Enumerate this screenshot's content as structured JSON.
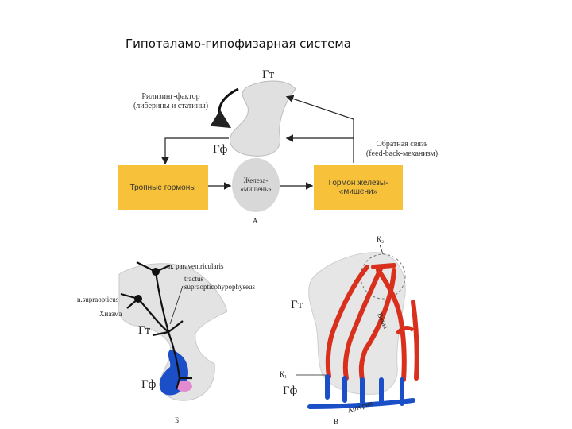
{
  "title": "Гипоталамо-гипофизарная система",
  "panel_a": {
    "gt_label": "Гт",
    "gf_label": "Гф",
    "releasing_line1": "Рилизинг-фактор",
    "releasing_line2": "(либерины и статины)",
    "feedback_line1": "Обратная связь",
    "feedback_line2": "(feed-back-механизм)",
    "tropic_hormones": "Тропные гормоны",
    "gland_line1": "Железа-",
    "gland_line2": "«мишень»",
    "hormone_line1": "Гормон железы-",
    "hormone_line2": "«мишени»",
    "panel_letter": "А"
  },
  "panel_b": {
    "paraventricularis": "n. paraventricularis",
    "tractus_line1": "tractus",
    "tractus_line2": "supraopticohypophyseus",
    "supraopticus": "n.supraopticus",
    "chiasma": "Хиазма",
    "gt_label": "Гт",
    "gf_label": "Гф",
    "panel_letter": "Б"
  },
  "panel_v": {
    "k2": "К₂",
    "gt_label": "Гт",
    "veins": "Вены",
    "k1": "К₁",
    "gf_label": "Гф",
    "artery": "Артерия",
    "panel_letter": "В"
  },
  "colors": {
    "yellow_box": "#f7c23a",
    "artery_red": "#d8301c",
    "vein_blue": "#1a4fc8",
    "tissue_grey": "#e6e6e6"
  }
}
